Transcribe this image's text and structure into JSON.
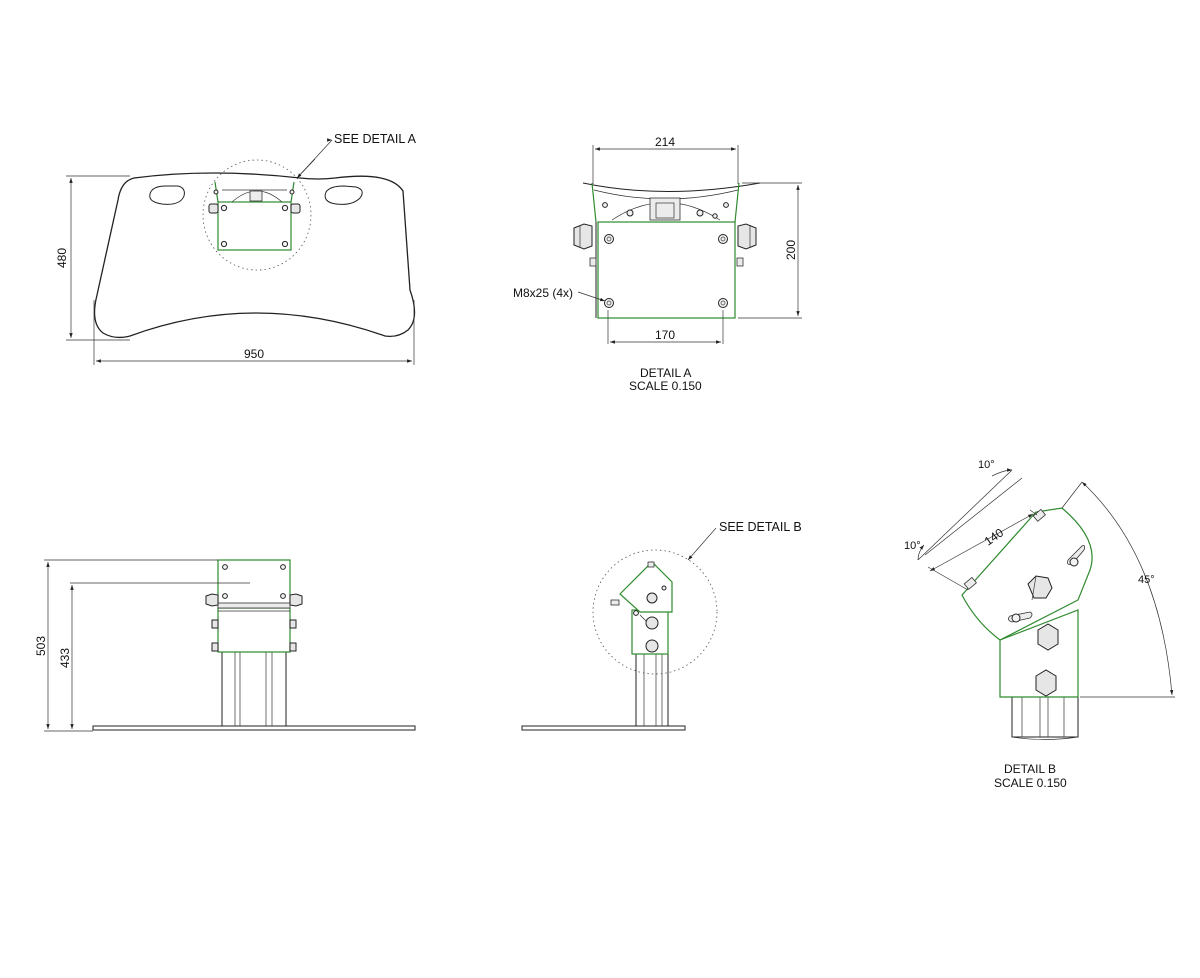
{
  "top_view": {
    "callout": "SEE DETAIL  A",
    "dim_width": "950",
    "dim_height": "480"
  },
  "detail_a": {
    "dim_top": "214",
    "dim_bolt_spacing": "170",
    "dim_height": "200",
    "bolt_label": "M8x25 (4x)",
    "title": "DETAIL  A",
    "scale": "SCALE  0.150"
  },
  "front_view": {
    "dim_total": "503",
    "dim_inner": "433"
  },
  "side_view": {
    "callout": "SEE DETAIL  B"
  },
  "detail_b": {
    "angle_top": "10°",
    "angle_left": "10°",
    "dim_slot": "140",
    "angle_tilt": "45°",
    "title": "DETAIL  B",
    "scale": "SCALE  0.150"
  },
  "colors": {
    "line": "#222222",
    "bracket_outline": "#2f8a2f",
    "background": "#ffffff"
  }
}
